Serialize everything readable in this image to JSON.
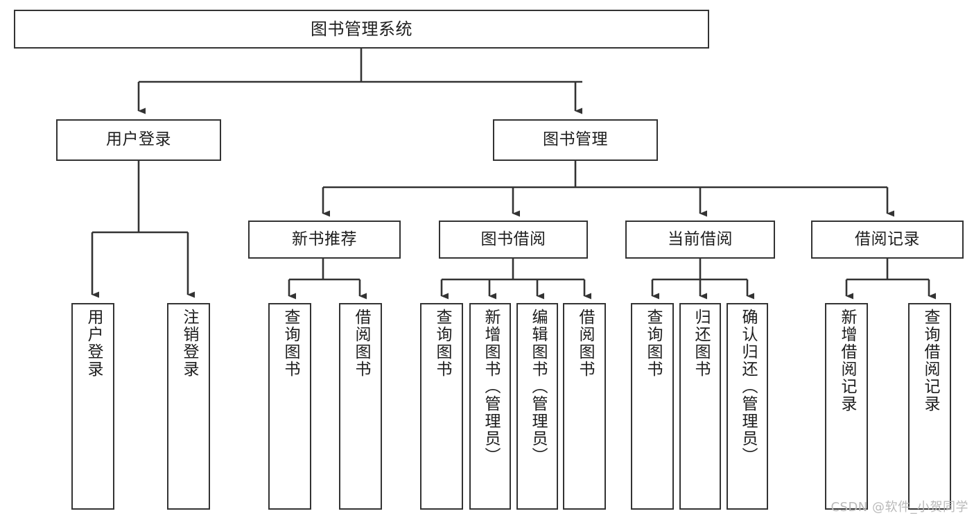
{
  "diagram": {
    "title": "图书管理系统",
    "type": "tree-hierarchy-chart",
    "line_color": "#333333",
    "box_fill": "#ffffff",
    "text_color": "#1d1d1d",
    "watermark": "CSDN @软件_小贺同学"
  },
  "nodes": {
    "root": {
      "label": "图书管理系统"
    },
    "level1": [
      {
        "label": "用户登录"
      },
      {
        "label": "图书管理"
      }
    ],
    "level2": [
      {
        "label": "新书推荐"
      },
      {
        "label": "图书借阅"
      },
      {
        "label": "当前借阅"
      },
      {
        "label": "借阅记录"
      }
    ],
    "leaves_user_login": [
      {
        "label": "用户登录"
      },
      {
        "label": "注销登录"
      }
    ],
    "leaves_new_book": [
      {
        "label": "查询图书"
      },
      {
        "label": "借阅图书"
      }
    ],
    "leaves_borrow": [
      {
        "label": "查询图书"
      },
      {
        "label": "新增图书（管理员）"
      },
      {
        "label": "编辑图书（管理员）"
      },
      {
        "label": "借阅图书"
      }
    ],
    "leaves_current": [
      {
        "label": "查询图书"
      },
      {
        "label": "归还图书"
      },
      {
        "label": "确认归还（管理员）"
      }
    ],
    "leaves_records": [
      {
        "label": "新增借阅记录"
      },
      {
        "label": "查询借阅记录"
      }
    ]
  }
}
